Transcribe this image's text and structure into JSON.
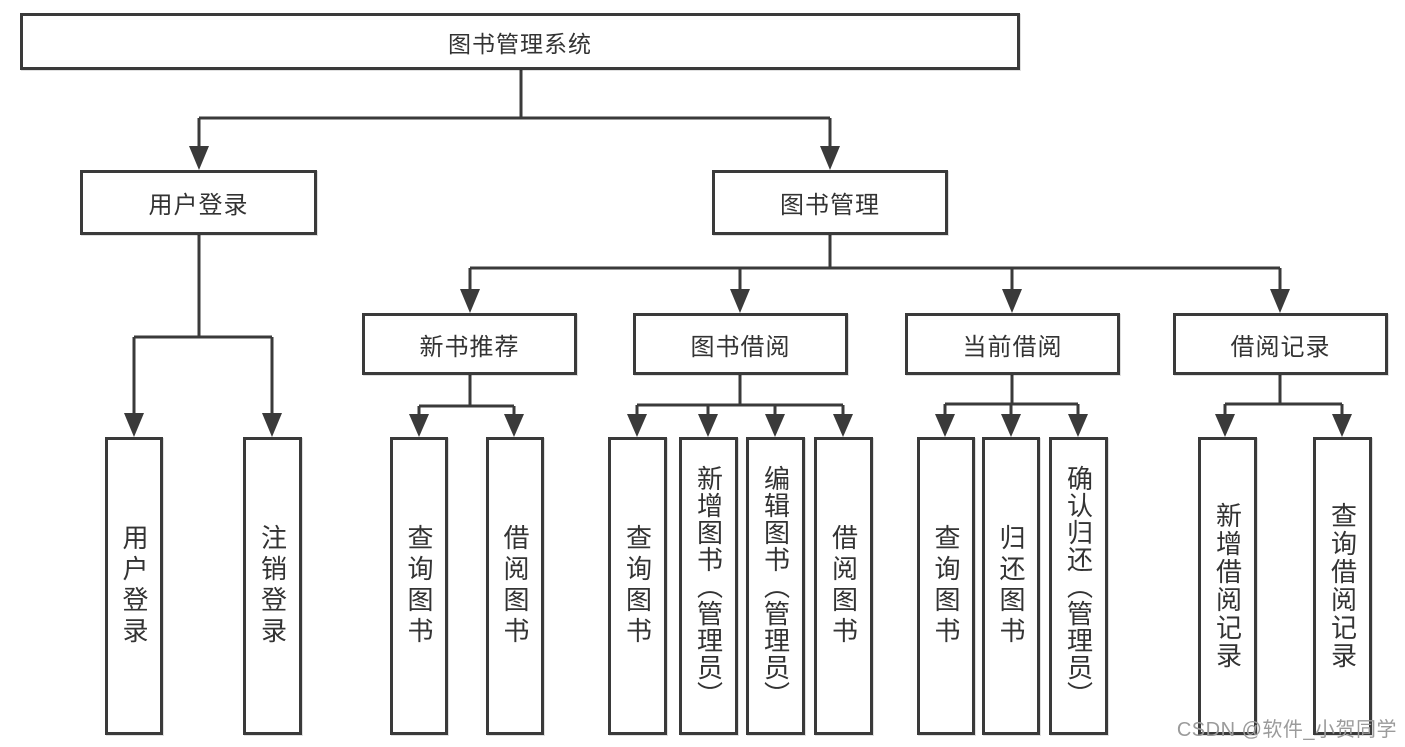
{
  "tree": {
    "root": "图书管理系统",
    "children": [
      {
        "label": "用户登录",
        "children": [
          {
            "label": "用户登录"
          },
          {
            "label": "注销登录"
          }
        ]
      },
      {
        "label": "图书管理",
        "children": [
          {
            "label": "新书推荐",
            "children": [
              {
                "label": "查询图书"
              },
              {
                "label": "借阅图书"
              }
            ]
          },
          {
            "label": "图书借阅",
            "children": [
              {
                "label": "查询图书"
              },
              {
                "label": "新增图书（管理员）"
              },
              {
                "label": "编辑图书（管理员）"
              },
              {
                "label": "借阅图书"
              }
            ]
          },
          {
            "label": "当前借阅",
            "children": [
              {
                "label": "查询图书"
              },
              {
                "label": "归还图书"
              },
              {
                "label": "确认归还（管理员）"
              }
            ]
          },
          {
            "label": "借阅记录",
            "children": [
              {
                "label": "新增借阅记录"
              },
              {
                "label": "查询借阅记录"
              }
            ]
          }
        ]
      }
    ]
  },
  "watermark": {
    "text": "CSDN @软件_小贺同学"
  },
  "colors": {
    "line": "#3a3a3a",
    "box_border": "#3a3a3a",
    "text": "#333333",
    "background": "#ffffff",
    "watermark": "#9b9b9b"
  }
}
